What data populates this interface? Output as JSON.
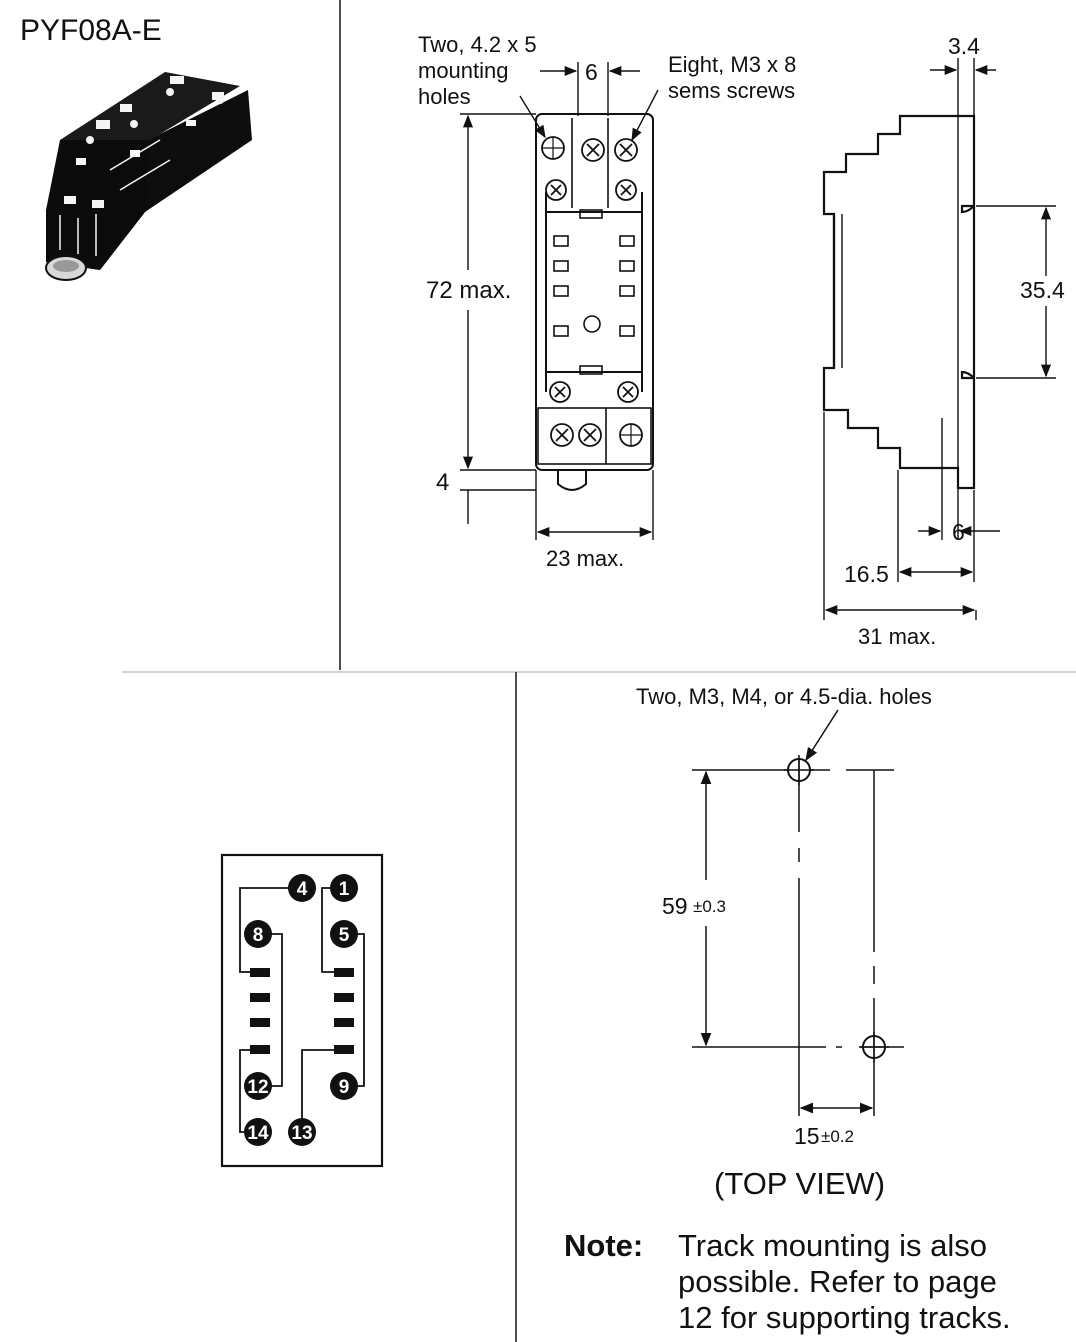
{
  "model": "PYF08A-E",
  "front_view": {
    "mounting_holes_label": [
      "Two, 4.2 x 5",
      "mounting",
      "holes"
    ],
    "screws_label": [
      "Eight, M3 x 8",
      "sems screws"
    ],
    "dim_6": "6",
    "dim_height": "72 max.",
    "dim_4": "4",
    "dim_width": "23 max."
  },
  "side_view": {
    "dim_3_4": "3.4",
    "dim_35_4": "35.4",
    "dim_6": "6",
    "dim_16_5": "16.5",
    "dim_depth": "31 max."
  },
  "terminal_arrangement": {
    "pins": [
      "4",
      "1",
      "8",
      "5",
      "12",
      "9",
      "14",
      "13"
    ]
  },
  "mounting_holes": {
    "holes_label": "Two, M3, M4, or 4.5-dia. holes",
    "dim_59": "59",
    "tol_59": "±0.3",
    "dim_15": "15",
    "tol_15": "±0.2",
    "view_label": "(TOP VIEW)"
  },
  "note": {
    "label": "Note:",
    "lines": [
      "Track mounting is also",
      "possible. Refer to page",
      "12 for supporting tracks."
    ]
  }
}
